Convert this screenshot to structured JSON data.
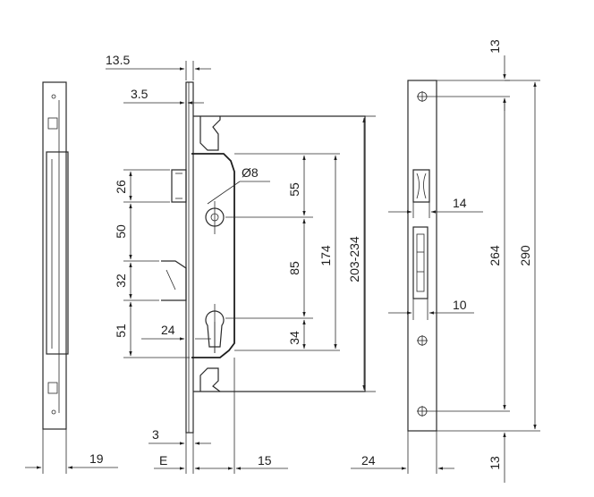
{
  "drawing": {
    "side_view_dims": {
      "faceplate_width": "19"
    },
    "front_view_dims": {
      "top_offset_outer": "13.5",
      "top_offset_inner": "3.5",
      "spindle_hole": "Ø8",
      "dim_55": "55",
      "dim_174": "174",
      "dim_203_234": "203-234",
      "dim_85": "85",
      "dim_34": "34",
      "dim_26": "26",
      "dim_50": "50",
      "dim_32": "32",
      "dim_51": "51",
      "dim_24": "24",
      "dim_3": "3",
      "backset_label": "E",
      "dim_15": "15"
    },
    "faceplate_view_dims": {
      "top_margin": "13",
      "dim_264": "264",
      "dim_290": "290",
      "dim_14": "14",
      "dim_10": "10",
      "dim_24": "24",
      "bottom_margin": "13"
    }
  }
}
